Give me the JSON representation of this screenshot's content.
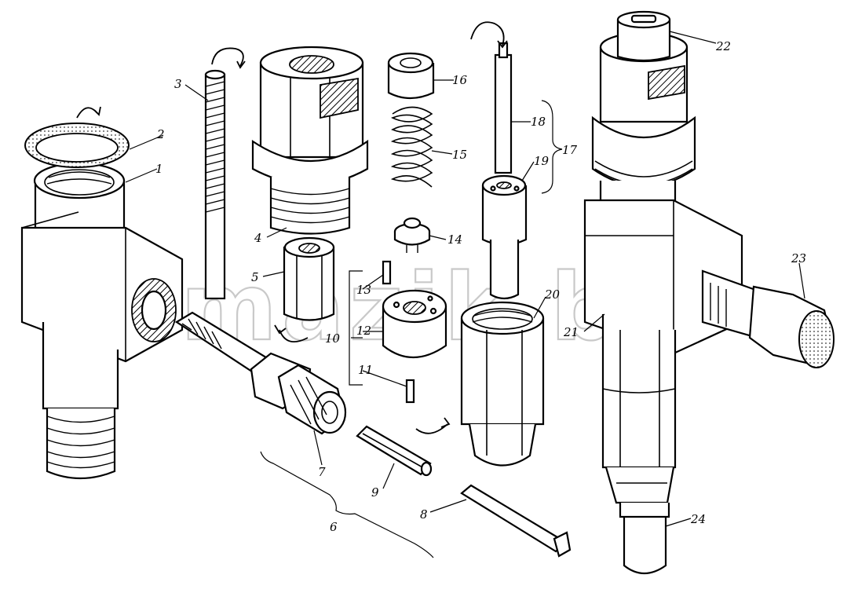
{
  "watermark": "mazik.by",
  "labels": {
    "l1": "1",
    "l2": "2",
    "l3": "3",
    "l4": "4",
    "l5": "5",
    "l6": "6",
    "l7": "7",
    "l8": "8",
    "l9": "9",
    "l10": "10",
    "l11": "11",
    "l12": "12",
    "l13": "13",
    "l14": "14",
    "l15": "15",
    "l16": "16",
    "l17": "17",
    "l18": "18",
    "l19": "19",
    "l20": "20",
    "l21": "21",
    "l22": "22",
    "l23": "23",
    "l24": "24"
  }
}
